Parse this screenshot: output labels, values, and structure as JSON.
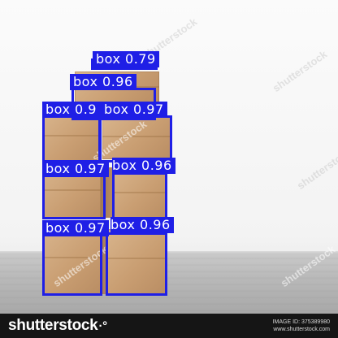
{
  "detections": [
    {
      "label": "box 0.79"
    },
    {
      "label": "box 0.96"
    },
    {
      "label": "box 0.9"
    },
    {
      "label": "box 0.97"
    },
    {
      "label": "box 0.97"
    },
    {
      "label": "box 0.96"
    },
    {
      "label": "box 0.97"
    },
    {
      "label": "box 0.96"
    }
  ],
  "watermark": {
    "text": "shutterstock",
    "footer_logo": "shutterstock",
    "footer_logo_symbol": "·°",
    "image_id": "IMAGE ID: 375389980",
    "site": "www.shutterstock.com"
  },
  "colors": {
    "detection": "#1f1fe6",
    "box_cardboard": "#c99e72",
    "footer": "#151515"
  }
}
